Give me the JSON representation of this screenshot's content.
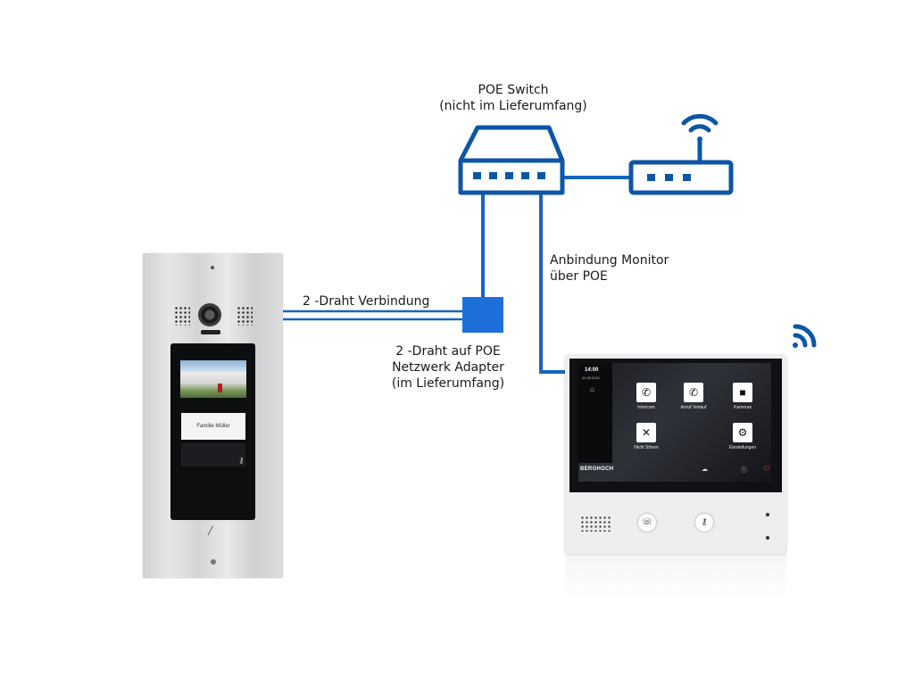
{
  "labels": {
    "poe_switch_line1": "POE Switch",
    "poe_switch_line2": "(nicht im Lieferumfang)",
    "monitor_link_line1": "Anbindung Monitor",
    "monitor_link_line2": "über POE",
    "two_wire": "2 -Draht Verbindung",
    "adapter_line1": "2 -Draht auf POE",
    "adapter_line2": "Netzwerk Adapter",
    "adapter_line3": "(im Lieferumfang)"
  },
  "door_station": {
    "nameplate": "Familie Müller"
  },
  "monitor": {
    "time": "14:00",
    "date": "01.09.2021",
    "brand": "BERGHOCH",
    "apps": [
      {
        "label": "Intercom",
        "icon": "phone-icon"
      },
      {
        "label": "Anruf Verlauf",
        "icon": "call-history-icon"
      },
      {
        "label": "Kameras",
        "icon": "camera-icon"
      },
      {
        "label": "Nicht Stören",
        "icon": "do-not-disturb-icon"
      },
      {
        "label": "Einstellungen",
        "icon": "gear-icon"
      }
    ]
  },
  "colors": {
    "wire": "#1565c0",
    "adapter": "#1e6fd9",
    "device_outline": "#0d56a6"
  }
}
